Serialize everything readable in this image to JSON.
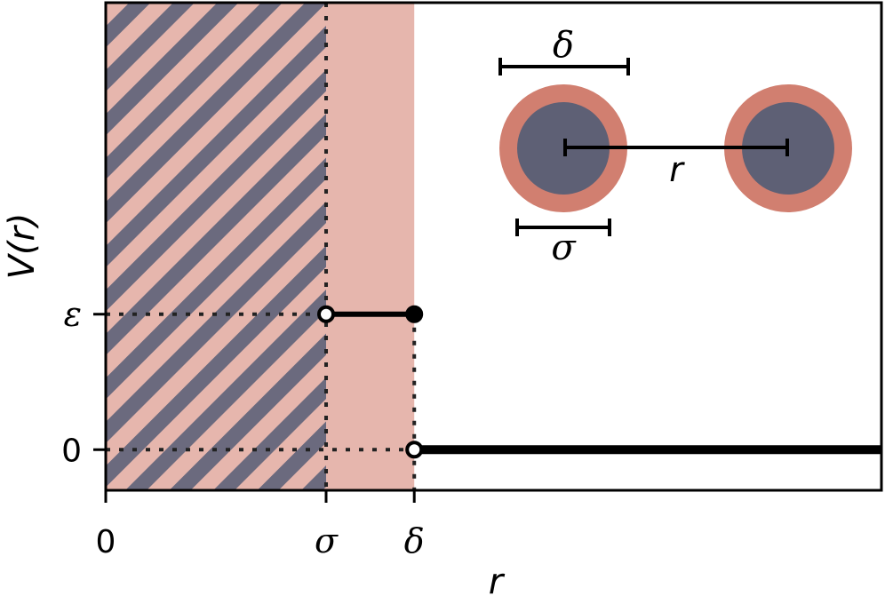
{
  "chart_data": {
    "type": "line",
    "title": "",
    "xlabel": "r",
    "ylabel": "V(r)",
    "xticks": [
      "0",
      "σ",
      "δ"
    ],
    "yticks": [
      "0",
      "ε"
    ],
    "x_values": {
      "zero": 0,
      "sigma": 2.5,
      "delta": 3.5,
      "max": 8.8
    },
    "y_values": {
      "zero": 0,
      "epsilon": 1,
      "min": -0.3,
      "max": 3.3
    },
    "segments": [
      {
        "x": [
          2.5,
          3.5
        ],
        "y": [
          1,
          1
        ]
      },
      {
        "x": [
          3.5,
          8.8
        ],
        "y": [
          0,
          0
        ]
      }
    ],
    "points": [
      {
        "x": 2.5,
        "y": 1,
        "filled": false
      },
      {
        "x": 3.5,
        "y": 1,
        "filled": true
      },
      {
        "x": 3.5,
        "y": 0,
        "filled": false
      }
    ],
    "regions": [
      {
        "from": 0,
        "to": 2.5,
        "style": "hatched"
      },
      {
        "from": 2.5,
        "to": 3.5,
        "style": "shaded"
      }
    ],
    "grid": false
  },
  "inset": {
    "delta_label": "δ",
    "sigma_label": "σ",
    "r_label": "r"
  },
  "colors": {
    "hatch_dark": "#6b6a7e",
    "hatch_light": "#e6b6ad",
    "shell": "#d17f70",
    "core": "#5e6075",
    "line": "#000000",
    "guide": "#222222"
  }
}
